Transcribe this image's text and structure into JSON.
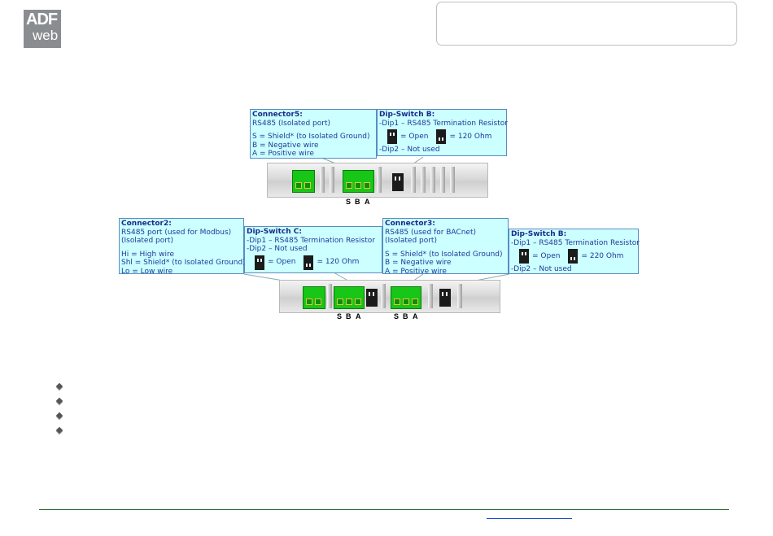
{
  "logo": {
    "line1": "ADF",
    "line2": "web"
  },
  "diagram1": {
    "connector5": {
      "title": "Connector5:",
      "lines": [
        "RS485 (Isolated port)",
        "",
        "S = Shield* (to Isolated Ground)",
        "B = Negative wire",
        "A = Positive wire"
      ]
    },
    "dipswitch_b": {
      "title": "Dip-Switch B:",
      "line1": "-Dip1 – RS485 Termination Resistor",
      "open": "= Open",
      "ohm": "= 120 Ohm",
      "line2": "-Dip2 – Not used"
    },
    "terminal_labels": [
      "S",
      "B",
      "A"
    ]
  },
  "diagram2": {
    "connector2": {
      "title": "Connector2:",
      "lines": [
        "RS485 port (used for Modbus)",
        "(Isolated port)",
        "",
        "Hi = High wire",
        "Shl = Shield* (to Isolated Ground)",
        "Lo = Low wire"
      ]
    },
    "dipswitch_c": {
      "title": "Dip-Switch C:",
      "line1": "-Dip1 – RS485 Termination Resistor",
      "line2": "-Dip2 – Not used",
      "open": "= Open",
      "ohm": "= 120 Ohm"
    },
    "connector3": {
      "title": "Connector3:",
      "lines": [
        "RS485 (used for BACnet)",
        "(Isolated port)",
        "",
        "S = Shield* (to Isolated Ground)",
        "B = Negative wire",
        "A = Positive wire"
      ]
    },
    "dipswitch_b": {
      "title": "Dip-Switch B:",
      "line1": "-Dip1 – RS485 Termination Resistor",
      "open": "= Open",
      "ohm": "= 220 Ohm",
      "line2": "-Dip2 – Not used"
    },
    "terminal_labels_left": [
      "S",
      "B",
      "A"
    ],
    "terminal_labels_right": [
      "S",
      "B",
      "A"
    ]
  },
  "colors": {
    "callout_bg": "#ccffff",
    "callout_text": "#1f3a9a",
    "terminal": "#17c617",
    "footer_line": "#2e6b3a"
  }
}
